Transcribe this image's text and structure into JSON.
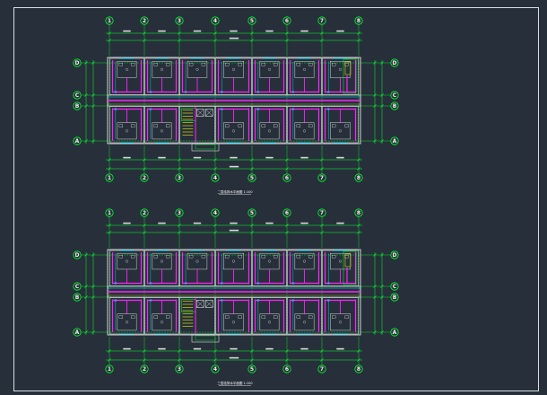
{
  "sheet": {
    "background": "#27303a",
    "frame_color": "#d9dde2"
  },
  "colors": {
    "grid": "#00ff2a",
    "wall": "#ff22ff",
    "detail": "#ffffff",
    "dimension": "#00ff2a",
    "aux": "#00e0ff",
    "yellow": "#f2f200",
    "axis_text": "#ffffff"
  },
  "plans": [
    {
      "id": "upper-plan",
      "column_labels": [
        "1",
        "2",
        "3",
        "4",
        "5",
        "6",
        "7",
        "8"
      ],
      "row_labels": [
        "D",
        "C",
        "B",
        "A"
      ],
      "title": "二层给排水平面图 1:100"
    },
    {
      "id": "lower-plan",
      "column_labels": [
        "1",
        "2",
        "3",
        "4",
        "5",
        "6",
        "7",
        "8"
      ],
      "row_labels": [
        "D",
        "C",
        "B",
        "A"
      ],
      "title": "三层给排水平面图 1:100"
    }
  ]
}
